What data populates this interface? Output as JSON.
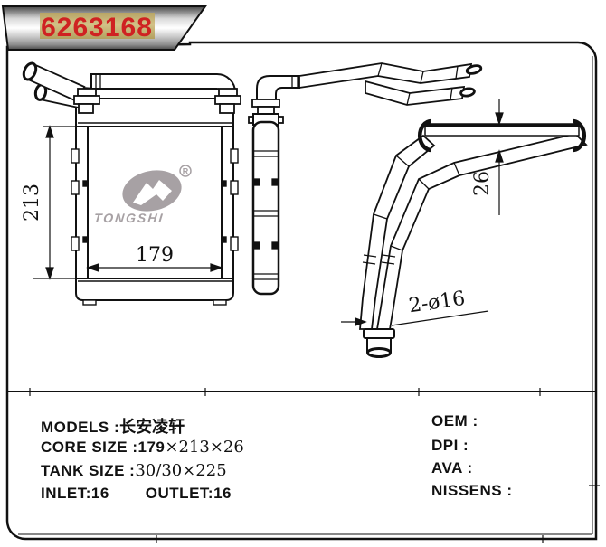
{
  "banner": {
    "part_number": "6263168"
  },
  "dimensions": {
    "height": "213",
    "width": "179",
    "depth": "26",
    "ports": "2-ø16"
  },
  "logo": {
    "brand": "TONGSHI",
    "registered": "R"
  },
  "specs": {
    "models_label": "MODELS :",
    "models_value": "长安凌轩",
    "core_label": "CORE SIZE :",
    "core_value_num": "179",
    "core_value_rest": "×213×26",
    "tank_label": "TANK SIZE :",
    "tank_value": "30/30×225",
    "inlet": "INLET:16",
    "outlet": "OUTLET:16",
    "oem": "OEM :",
    "dpi": "DPI :",
    "ava": "AVA :",
    "nissens": "NISSENS :"
  }
}
